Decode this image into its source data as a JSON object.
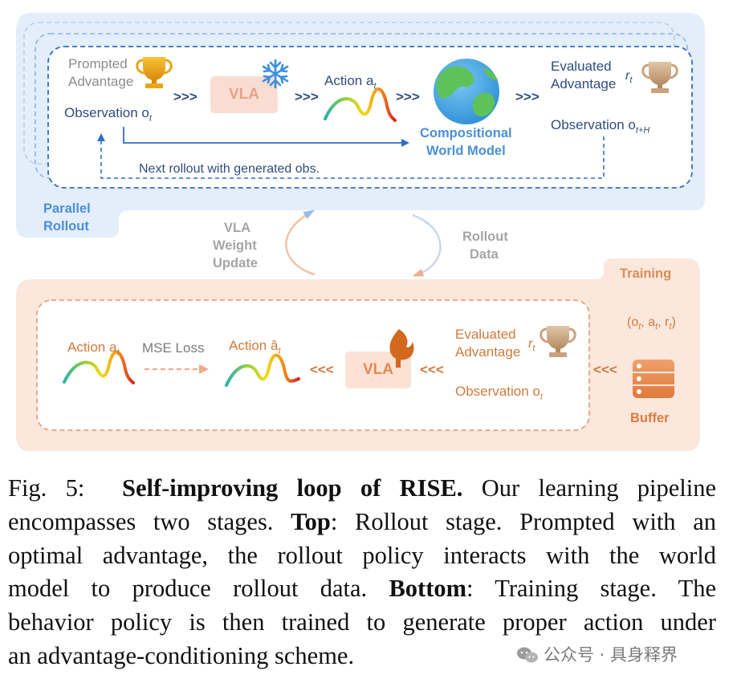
{
  "top": {
    "prompted_line1": "Prompted",
    "prompted_line2": "Advantage",
    "observation": "Observation o",
    "observation_sub": "t",
    "vla": "VLA",
    "action": "Action a",
    "action_sub": "t",
    "world_model_line1": "Compositional",
    "world_model_line2": "World Model",
    "evaluated_line1": "Evaluated",
    "evaluated_line2": "Advantage",
    "r": "r",
    "r_sub": "t",
    "observation_next": "Observation o",
    "observation_next_sub": "t+H",
    "next_rollout": "Next rollout with generated obs.",
    "parallel_line1": "Parallel",
    "parallel_line2": "Rollout",
    "arrows": ">>>"
  },
  "middle": {
    "vla_update_line1": "VLA",
    "vla_update_line2": "Weight",
    "vla_update_line3": "Update",
    "rollout_data_line1": "Rollout",
    "rollout_data_line2": "Data"
  },
  "bottom": {
    "training": "Training",
    "action": "Action a",
    "action_sub": "t",
    "mse": "MSE Loss",
    "action_hat": "Action â",
    "action_hat_sub": "t",
    "vla": "VLA",
    "evaluated_line1": "Evaluated",
    "evaluated_line2": "Advantage",
    "r": "r",
    "r_sub": "t",
    "observation": "Observation o",
    "observation_sub": "t",
    "tuple": "(o",
    "tuple_rest": ", a",
    "tuple_rest2": ", r",
    "tuple_end": ")",
    "buffer": "Buffer",
    "arrows": "<<<"
  },
  "caption": {
    "fig": "Fig. 5:",
    "title": "Self-improving loop of RISE.",
    "line1_rest": "Our learning pipeline",
    "line2a": "encompasses two stages.",
    "top_label": "Top",
    "line2b": ": Rollout stage. Prompted with an",
    "line3": "optimal advantage, the rollout policy interacts with the world",
    "line4a": "model to produce rollout data.",
    "bottom_label": "Bottom",
    "line4b": ": Training stage. The",
    "line5": "behavior policy is then trained to generate proper action under",
    "line6": "an advantage-conditioning scheme."
  },
  "watermark": "公众号 · 具身释界",
  "colors": {
    "blue_panel": "#e3eefa",
    "blue_dash": "#2e6fc2",
    "orange_panel": "#fbe7dc",
    "orange_dash": "#e9a177",
    "vla_top": "#f9ddd3",
    "vla_bottom": "#fbe2d5",
    "text_blue": "#2f4d7e",
    "text_orange": "#d07a3b"
  }
}
